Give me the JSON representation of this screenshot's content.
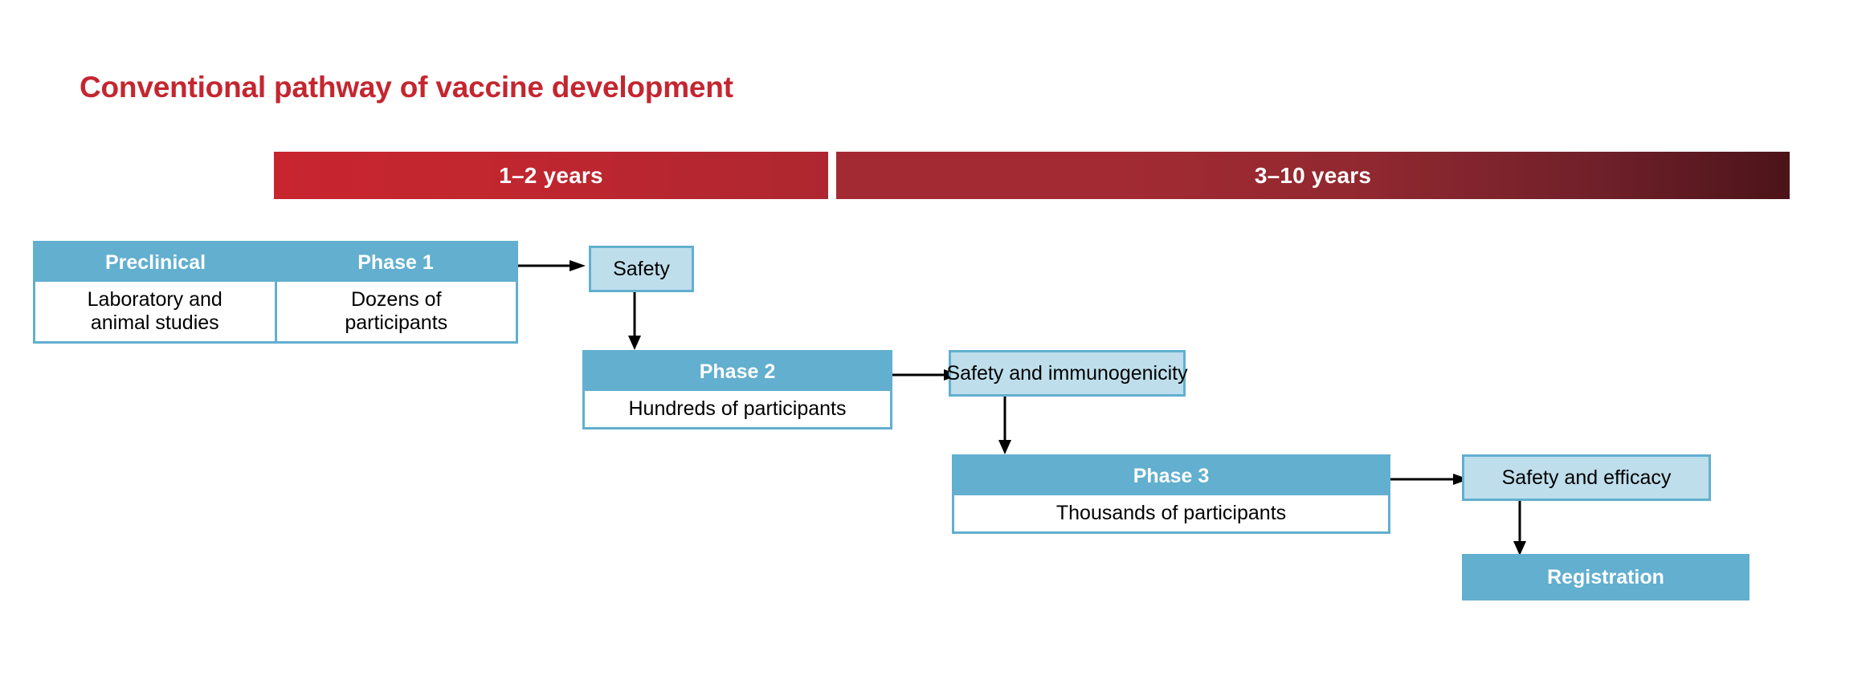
{
  "page": {
    "title": "Conventional pathway of vaccine development",
    "title_color": "#C42630",
    "background": "#ffffff"
  },
  "colors": {
    "accent_red": "#C42630",
    "timeline_red_light": "#C8252F",
    "timeline_red_dark": "#4B1418",
    "box_blue": "#62AFCF",
    "box_blue_light": "#BEDEEB",
    "text_dark": "#000000",
    "text_light": "#ffffff"
  },
  "timeline": {
    "segments": [
      {
        "label": "1–2 years"
      },
      {
        "label": "3–10 years"
      }
    ]
  },
  "flow": {
    "stage_group": {
      "headers": [
        {
          "label": "Preclinical"
        },
        {
          "label": "Phase 1"
        }
      ],
      "bodies": [
        {
          "line1": "Laboratory and",
          "line2": "animal studies"
        },
        {
          "line1": "Dozens of",
          "line2": "participants"
        }
      ]
    },
    "outcome_safety": {
      "label": "Safety"
    },
    "phase2": {
      "header": "Phase 2",
      "body": "Hundreds of participants"
    },
    "outcome_safety_immunogenicity": {
      "label": "Safety and immunogenicity"
    },
    "phase3": {
      "header": "Phase 3",
      "body": "Thousands of participants"
    },
    "outcome_safety_efficacy": {
      "label": "Safety and efficacy"
    },
    "registration": {
      "label": "Registration"
    }
  }
}
